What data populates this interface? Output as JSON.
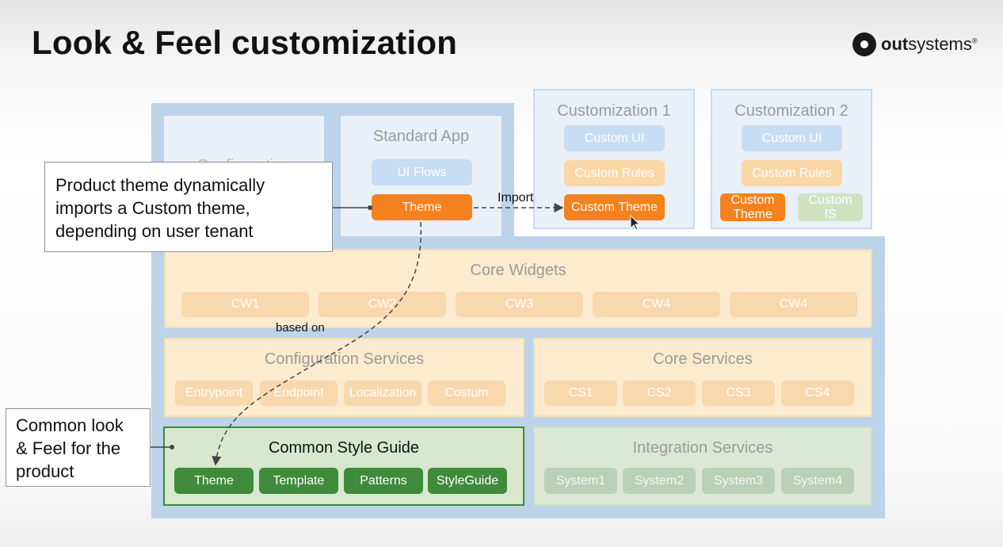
{
  "title": "Look & Feel customization",
  "logo": {
    "bold": "out",
    "rest": "systems",
    "mark": "®"
  },
  "standard_app": {
    "title": "Standard App",
    "ui_flows": "UI Flows",
    "theme": "Theme"
  },
  "configuration_panel": {
    "title": "Configuration"
  },
  "import_label": "Import",
  "customization1": {
    "title": "Customization 1",
    "custom_ui": "Custom UI",
    "custom_rules": "Custom Rules",
    "custom_theme": "Custom Theme"
  },
  "customization2": {
    "title": "Customization 2",
    "custom_ui": "Custom UI",
    "custom_rules": "Custom Rules",
    "custom_theme_line1": "Custom",
    "custom_theme_line2": "Theme",
    "custom_is_line1": "Custom",
    "custom_is_line2": "IS"
  },
  "callout_top": {
    "line1": "Product theme dynamically",
    "line2": "imports a Custom theme,",
    "line3": "depending on user tenant"
  },
  "core_widgets": {
    "title": "Core Widgets",
    "items": [
      "CW1",
      "CW2",
      "CW3",
      "CW4",
      "CW4"
    ]
  },
  "based_on_label": "based on",
  "configuration_services": {
    "title": "Configuration Services",
    "items": [
      "Entrypoint",
      "Endpoint",
      "Localization",
      "Costum"
    ]
  },
  "core_services": {
    "title": "Core Services",
    "items": [
      "CS1",
      "CS2",
      "CS3",
      "CS4"
    ]
  },
  "common_style_guide": {
    "title": "Common Style Guide",
    "items": [
      "Theme",
      "Template",
      "Patterns",
      "StyleGuide"
    ]
  },
  "integration_services": {
    "title": "Integration Services",
    "items": [
      "System1",
      "System2",
      "System3",
      "System4"
    ]
  },
  "callout_bottom": {
    "line1": "Common look",
    "line2": "& Feel for the",
    "line3": "product"
  },
  "colors": {
    "blue_frame": "#bcd3ea",
    "orange": "#f4821f",
    "green": "#3f8a3b",
    "cream": "#fcebcf"
  }
}
